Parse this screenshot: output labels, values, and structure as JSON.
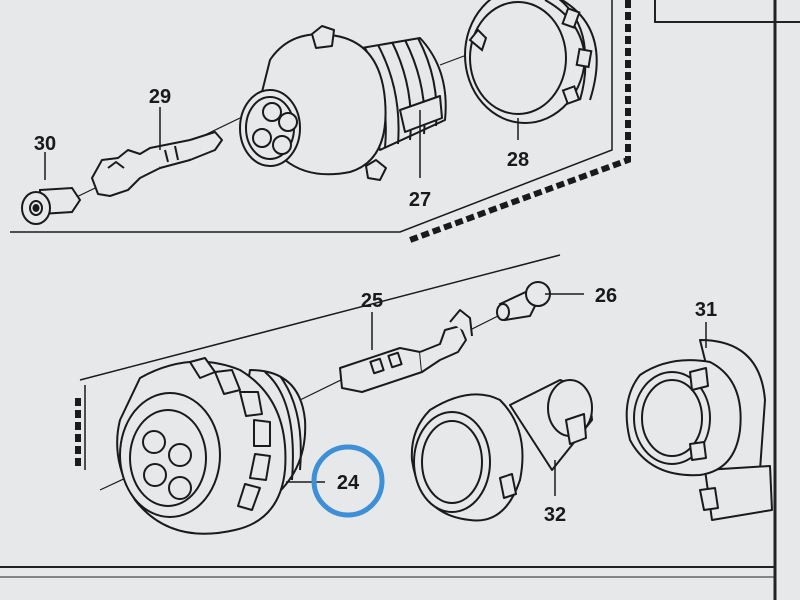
{
  "diagram": {
    "labels": {
      "p24": "24",
      "p25": "25",
      "p26": "26",
      "p27": "27",
      "p28": "28",
      "p29": "29",
      "p30": "30",
      "p31": "31",
      "p32": "32"
    },
    "highlight_part": "24",
    "colors": {
      "paper": "#e6e8ea",
      "line": "#1a1a1a",
      "highlight": "#3d8fd6"
    }
  }
}
